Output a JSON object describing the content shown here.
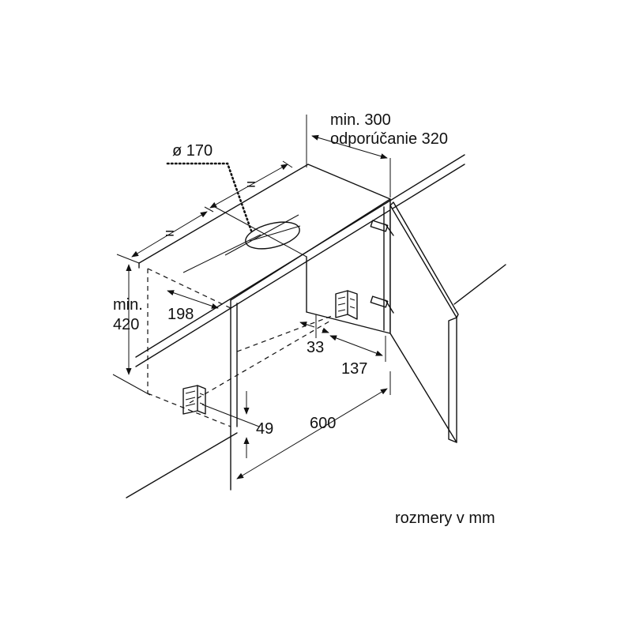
{
  "labels": {
    "hole_diameter": "ø 170",
    "min_300": "min. 300",
    "recommended_320": "odporúčanie 320",
    "equal_upper": "=",
    "equal_lower": "=",
    "dim_198": "198",
    "min_label": "min.",
    "dim_420": "420",
    "dim_33": "33",
    "dim_137": "137",
    "dim_49": "49",
    "dim_600": "600",
    "units_note": "rozmery v mm"
  },
  "colors": {
    "line": "#111111",
    "background": "#ffffff"
  }
}
